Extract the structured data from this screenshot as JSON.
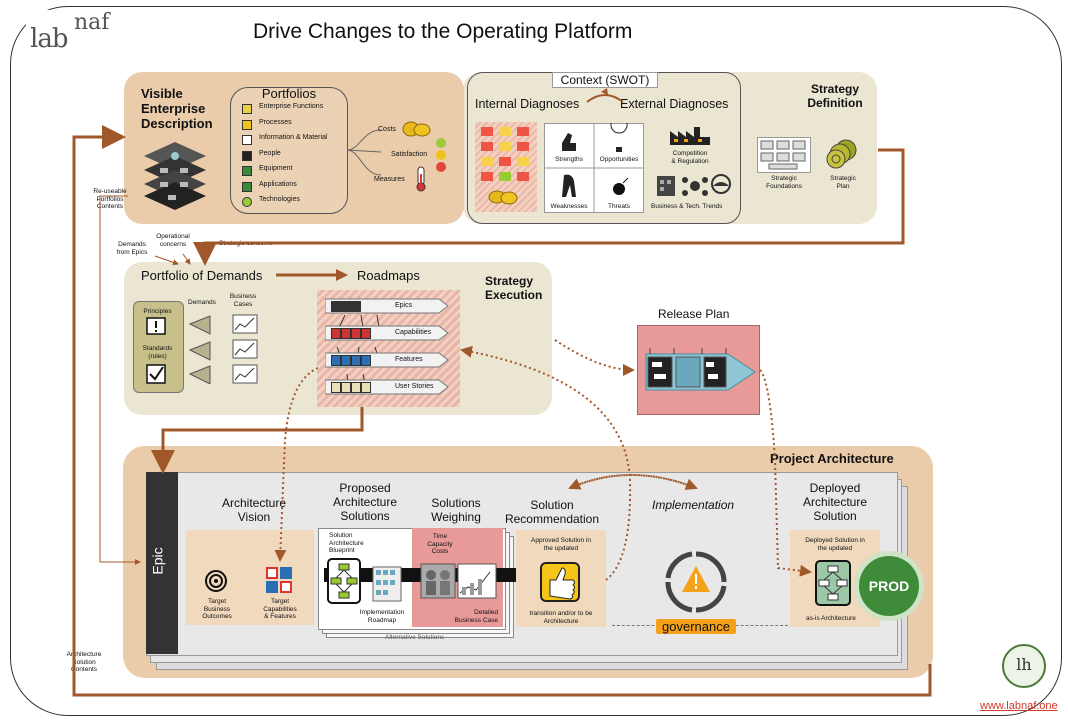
{
  "logo": {
    "text_lab": "lab",
    "text_naf": "naf"
  },
  "title": "Drive Changes to the Operating Platform",
  "ved": {
    "title_line1": "Visible",
    "title_line2": "Enterprise",
    "title_line3": "Description",
    "portfolios_title": "Portfolios",
    "portfolios": [
      {
        "label": "Enterprise Functions",
        "icon": "functions-icon"
      },
      {
        "label": "Processes",
        "icon": "process-arrow-icon"
      },
      {
        "label": "Information & Material",
        "icon": "information-icon"
      },
      {
        "label": "People",
        "icon": "people-icon"
      },
      {
        "label": "Equipment",
        "icon": "equipment-icon"
      },
      {
        "label": "Applications",
        "icon": "application-icon"
      },
      {
        "label": "Technologies",
        "icon": "technology-icon"
      }
    ],
    "measures": {
      "costs": "Costs",
      "satisfaction": "Satisfaction",
      "measures": "Measures"
    }
  },
  "swot": {
    "title": "Context (SWOT)",
    "internal": "Internal Diagnoses",
    "external": "External Diagnoses",
    "strengths": "Strengths",
    "opportunities": "Opportunities",
    "weaknesses": "Weaknesses",
    "threats": "Threats",
    "competition_line1": "Competition",
    "competition_line2": "& Regulation",
    "trends": "Business & Tech. Trends"
  },
  "strategy_definition": {
    "title_line1": "Strategy",
    "title_line2": "Definition",
    "foundations_line1": "Strategic",
    "foundations_line2": "Foundations",
    "plan_line1": "Strategic",
    "plan_line2": "Plan"
  },
  "side_labels": {
    "reusable_line1": "Re-useable",
    "reusable_line2": "Portfolios",
    "reusable_line3": "Contents",
    "operational_line1": "Operational",
    "operational_line2": "concerns",
    "demands_epics_line1": "Demands",
    "demands_epics_line2": "from Epics",
    "strategic_concerns": "Strategic concerns",
    "arch_contents_line1": "Architecture",
    "arch_contents_line2": "Solution",
    "arch_contents_line3": "Contents"
  },
  "execution": {
    "portfolio_of_demands": "Portfolio of Demands",
    "roadmaps": "Roadmaps",
    "title_line1": "Strategy",
    "title_line2": "Execution",
    "principles": "Principles",
    "standards_line1": "Standards",
    "standards_line2": "(rules)",
    "demands": "Demands",
    "business_cases_line1": "Business",
    "business_cases_line2": "Cases",
    "epics": "Epics",
    "capabilities": "Capabilities",
    "features": "Features",
    "user_stories": "User Stories"
  },
  "release_plan": {
    "title": "Release Plan"
  },
  "project": {
    "title": "Project Architecture",
    "epic": "Epic",
    "arch_vision_line1": "Architecture",
    "arch_vision_line2": "Vision",
    "proposed_line1": "Proposed",
    "proposed_line2": "Architecture",
    "proposed_line3": "Solutions",
    "weighing_line1": "Solutions",
    "weighing_line2": "Weighing",
    "recommendation_line1": "Solution",
    "recommendation_line2": "Recommendation",
    "implementation": "Implementation",
    "deployed_line1": "Deployed",
    "deployed_line2": "Architecture",
    "deployed_line3": "Solution",
    "target_outcomes_line1": "Target",
    "target_outcomes_line2": "Business",
    "target_outcomes_line3": "Outcomes",
    "target_capabilities_line1": "Target",
    "target_capabilities_line2": "Capabilities",
    "target_capabilities_line3": "& Features",
    "blueprint_line1": "Solution",
    "blueprint_line2": "Architecture",
    "blueprint_line3": "Blueprint",
    "impl_roadmap_line1": "Implementation",
    "impl_roadmap_line2": "Roadmap",
    "alternative": "Alternative Solutions",
    "time": "Time",
    "capacity": "Capacity",
    "costs": "Costs",
    "detailed_line1": "Detailed",
    "detailed_line2": "Business Case",
    "approved_line1": "Approved Solution in",
    "approved_line2": "the updated",
    "transition_line1": "transition and/or to be",
    "transition_line2": "Architecture",
    "governance": "governance",
    "deployed_sol_line1": "Deployed Solution in",
    "deployed_sol_line2": "the updated",
    "as_is": "as-is Architecture",
    "prod": "PROD"
  },
  "footer": {
    "url": "www.labnaf.one",
    "badge": "lh"
  },
  "colors": {
    "arrow": "#a0582a",
    "tan": "#eaccaa",
    "beige": "#ebe6d2",
    "prod": "#3e8b3a",
    "governance": "#f5a21a",
    "url": "#d23a2a"
  }
}
